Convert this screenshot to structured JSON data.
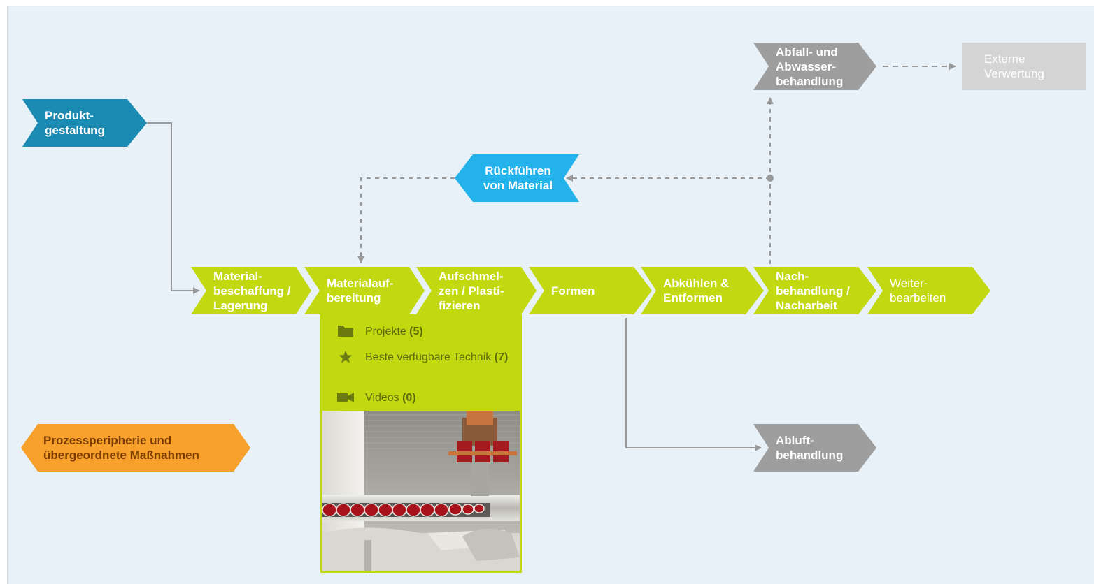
{
  "colors": {
    "background": "#e7f1f7",
    "process_green": "#c2d912",
    "design_blue": "#1b8bb4",
    "recycle_blue": "#23b3ea",
    "waste_grey": "#9e9e9e",
    "external_grey": "#d4d4d4",
    "periphery_orange": "#f8a02c",
    "connector": "#9a9a9a"
  },
  "nodes": {
    "produktgestaltung": "Produkt-\ngestaltung",
    "materialbeschaffung": "Material-\nbeschaffung /\nLagerung",
    "materialaufbereitung": "Materialauf-\nbereitung",
    "aufschmelzen": "Aufschmel-\nzen / Plasti-\nfizieren",
    "formen": "Formen",
    "abkuehlen": "Abkühlen &\nEntformen",
    "nachbehandlung": "Nach-\nbehandlung /\nNacharbeit",
    "weiterbearbeiten": "Weiter-\nbearbeiten",
    "rueckfuehren": "Rückführen\nvon Material",
    "abfall": "Abfall- und\nAbwasser-\nbehandlung",
    "externe_verwertung": "Externe\nVerwertung",
    "abluft": "Abluft-\nbehandlung",
    "prozessperipherie": "Prozessperipherie und\nübergeordnete Maßnahmen"
  },
  "panel": {
    "items": [
      {
        "icon": "folder-icon",
        "label": "Projekte",
        "count": "(5)"
      },
      {
        "icon": "star-icon",
        "label": "Beste verfügbare Technik",
        "count": "(7)"
      },
      {
        "icon": "video-camera-icon",
        "label": "Videos",
        "count": "(0)"
      }
    ],
    "image": "injection-molding-machine-screw-illustration"
  }
}
